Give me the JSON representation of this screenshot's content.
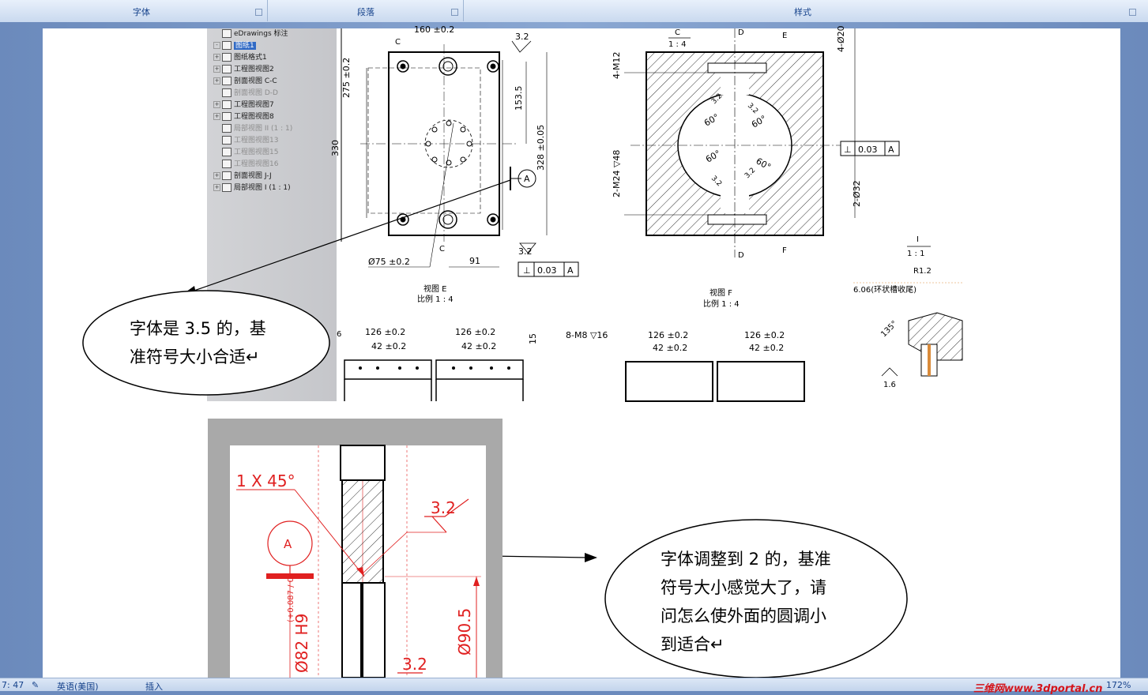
{
  "ribbon": {
    "groups": [
      "字体",
      "段落",
      "样式"
    ]
  },
  "tree": {
    "items": [
      {
        "label": "eDrawings 标注",
        "expander": "",
        "gray": false,
        "sel": false
      },
      {
        "label": "图纸1",
        "expander": "-",
        "gray": false,
        "sel": true
      },
      {
        "label": "图纸格式1",
        "expander": "+",
        "gray": false,
        "sel": false
      },
      {
        "label": "工程图视图2",
        "expander": "+",
        "gray": false,
        "sel": false
      },
      {
        "label": "剖面视图 C-C",
        "expander": "+",
        "gray": false,
        "sel": false
      },
      {
        "label": "剖面视图 D-D",
        "expander": "",
        "gray": true,
        "sel": false
      },
      {
        "label": "工程图视图7",
        "expander": "+",
        "gray": false,
        "sel": false
      },
      {
        "label": "工程图视图8",
        "expander": "+",
        "gray": false,
        "sel": false
      },
      {
        "label": "局部视图 II (1 : 1)",
        "expander": "",
        "gray": true,
        "sel": false
      },
      {
        "label": "工程图视图13",
        "expander": "",
        "gray": true,
        "sel": false
      },
      {
        "label": "工程图视图15",
        "expander": "",
        "gray": true,
        "sel": false
      },
      {
        "label": "工程图视图16",
        "expander": "",
        "gray": true,
        "sel": false
      },
      {
        "label": "剖面视图 J-J",
        "expander": "+",
        "gray": false,
        "sel": false
      },
      {
        "label": "局部视图 I (1 : 1)",
        "expander": "+",
        "gray": false,
        "sel": false
      }
    ]
  },
  "drawing": {
    "side_dim": "330",
    "top_dim_frag": "160 ±0.2",
    "rough_top": "3.2",
    "dim_153": "153.5",
    "dim_275": "275 ±0.2",
    "dim_328": "328 ±0.05",
    "datum_a": "A",
    "dim_phi75": "Ø75 ±0.2",
    "dim_91": "91",
    "rough_bot": "3.2",
    "tol_perp": "0.03",
    "tol_datum": "A",
    "section_c": "C",
    "view_e_title": "视图 E",
    "view_e_scale": "比例 1 : 4",
    "c_label": "C",
    "c_scale": "1 : 4",
    "m12": "4-M12",
    "m24": "2-M24 ▽48",
    "phi20": "4-Ø20",
    "phi32": "2-Ø32",
    "d_label": "D",
    "e_label": "E",
    "f_label": "F",
    "angle60": "60°",
    "rough32": "3.2",
    "tol_right": "0.03",
    "tol_right_datum": "A",
    "view_f_title": "视图 F",
    "view_f_scale": "比例 1 : 4",
    "i_label": "I",
    "i_scale": "1 : 1",
    "r12": "R1.2",
    "groove": "6.06(环状槽收尾)",
    "angle135": "135°",
    "rough16": "1.6",
    "dim126": "126 ±0.2",
    "dim42": "42 ±0.2",
    "m8": "8-M8 ▽16",
    "dim15": "15",
    "dim6": "6"
  },
  "callout1": {
    "line1": "字体是 3.5 的，基",
    "line2": "准符号大小合适↵"
  },
  "callout2": {
    "line1": "字体调整到 2 的，基准",
    "line2": "符号大小感觉大了，请",
    "line3": "问怎么使外面的圆调小",
    "line4": "到适合↵"
  },
  "detail": {
    "chamfer": "1 X 45°",
    "rough1": "3.2",
    "datum": "A",
    "fit": "Ø82 H9",
    "fit_tol": "(+0.087 / 0)",
    "dim905": "Ø90.5",
    "rough2": "3.2"
  },
  "status": {
    "page": "7: 47",
    "lang": "英语(美国)",
    "mode": "插入",
    "zoom": "172%",
    "watermark": "三维网www.3dportal.cn"
  },
  "colors": {
    "accent_red": "#e02020",
    "ribbon": "#c9d9ef",
    "tree_bg": "#cbcccf",
    "selected": "#316ac5"
  }
}
